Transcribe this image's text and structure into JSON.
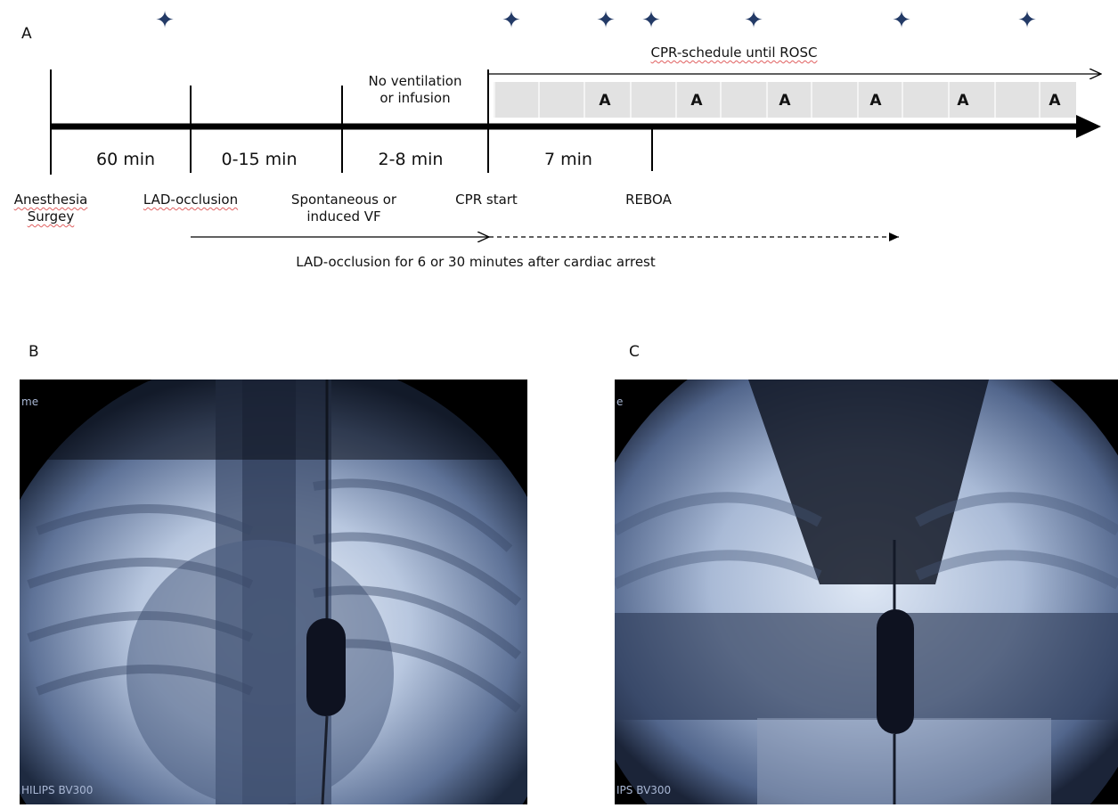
{
  "panels": {
    "a": "A",
    "b": "B",
    "c": "C"
  },
  "timeline": {
    "events": [
      {
        "name": "anesthesia",
        "lines": [
          "Anesthesia",
          "Surgey"
        ]
      },
      {
        "name": "lad-occlusion",
        "lines": [
          "LAD-occlusion"
        ]
      },
      {
        "name": "vf",
        "lines": [
          "Spontaneous or",
          "induced VF"
        ]
      },
      {
        "name": "cpr-start",
        "lines": [
          "CPR start"
        ]
      },
      {
        "name": "reboa",
        "lines": [
          "REBOA"
        ]
      }
    ],
    "durations": [
      "60 min",
      "0-15 min",
      "2-8 min",
      "7 min"
    ],
    "no_ventilation": [
      "No ventilation",
      "or infusion"
    ],
    "cpr_schedule": "CPR-schedule until ROSC",
    "adrenaline_label": "A",
    "lad_note": "LAD-occlusion for 6 or 30 minutes after cardiac arrest",
    "marker_symbol": "✦"
  },
  "images": {
    "b": {
      "corner_text": "me",
      "footer_text": "HILIPS BV300"
    },
    "c": {
      "corner_text": "e",
      "footer_text": "IPS BV300"
    }
  },
  "colors": {
    "star": "#233a66",
    "axis": "#000000",
    "cpr_band": "#e2e2e2",
    "xray_bg": "#000000"
  }
}
